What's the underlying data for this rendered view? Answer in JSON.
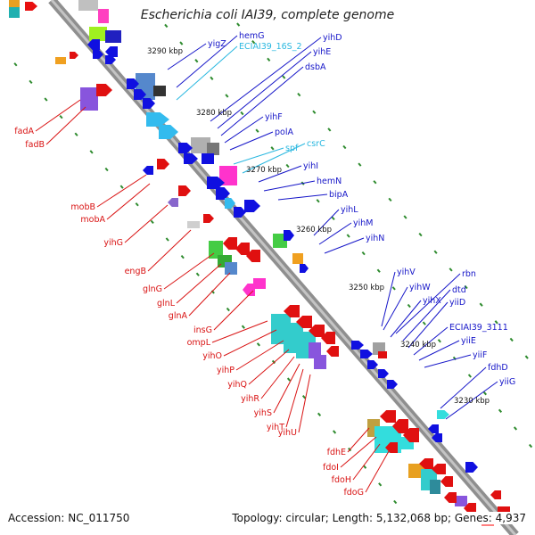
{
  "title": "Escherichia coli IAI39, complete genome",
  "footer": {
    "accession": "Accession: NC_011750",
    "topology": "Topology: circular; Length: 5,132,068 bp; Genes: 4,937"
  },
  "colors": {
    "backbone": "#9a9a9a",
    "forward_label": "#1515c8",
    "reverse_label": "#d91313",
    "rna_label": "#2bb8e0",
    "tick": "#2e8b2e"
  },
  "scale_labels": [
    "3290 kbp",
    "3280 kbp",
    "3270 kbp",
    "3260 kbp",
    "3250 kbp",
    "3240 kbp",
    "3230 kbp"
  ],
  "genes_forward": [
    "yigZ",
    "hemG",
    "yihD",
    "yihE",
    "dsbA",
    "yihF",
    "polA",
    "yihI",
    "hemN",
    "bipA",
    "yihL",
    "yihM",
    "yihN",
    "yihV",
    "rbn",
    "yihW",
    "dtd",
    "yihX",
    "yiiD",
    "ECIAI39_3111",
    "yiiE",
    "yiiF",
    "fdhD",
    "yiiG"
  ],
  "genes_rna": [
    "ECIAI39_16S_2",
    "spf",
    "csrC"
  ],
  "genes_reverse": [
    "fadA",
    "fadB",
    "mobB",
    "mobA",
    "yihG",
    "engB",
    "glnG",
    "glnL",
    "glnA",
    "insG",
    "ompL",
    "yihO",
    "yihP",
    "yihQ",
    "yihR",
    "yihS",
    "yihT",
    "yihU",
    "fdhE",
    "fdoI",
    "fdoH",
    "fdoG"
  ]
}
